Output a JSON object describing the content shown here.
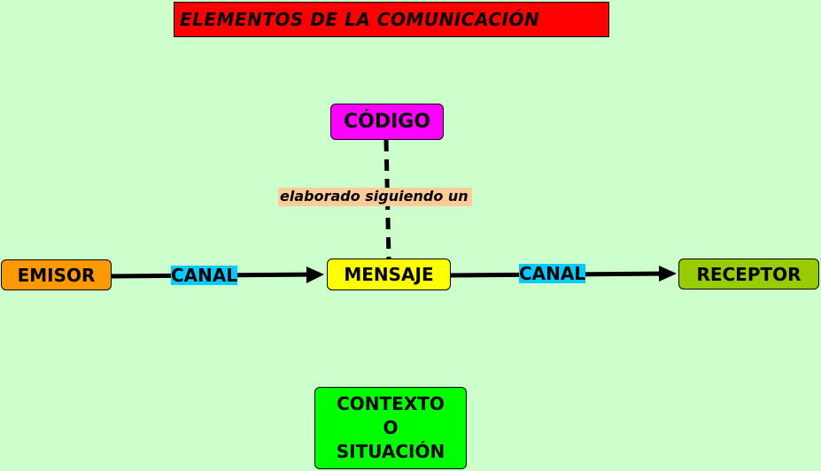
{
  "title": "ELEMENTOS DE LA COMUNICACIÓN",
  "nodes": {
    "codigo": "CÓDIGO",
    "emisor": "EMISOR",
    "mensaje": "MENSAJE",
    "receptor": "RECEPTOR",
    "contexto": [
      "CONTEXTO",
      "O",
      "SITUACIÓN"
    ]
  },
  "links": {
    "codigo_mensaje": "elaborado siguiendo un",
    "emisor_mensaje": "CANAL",
    "mensaje_receptor": "CANAL"
  },
  "colors": {
    "background": "#ccffcc",
    "title": "#ff0000",
    "codigo": "#ff00ff",
    "emisor": "#ff9900",
    "mensaje": "#ffff00",
    "receptor": "#99cc00",
    "contexto": "#00ff00",
    "canal_label": "#00ccff",
    "elaborado_label": "#ffcc99"
  }
}
